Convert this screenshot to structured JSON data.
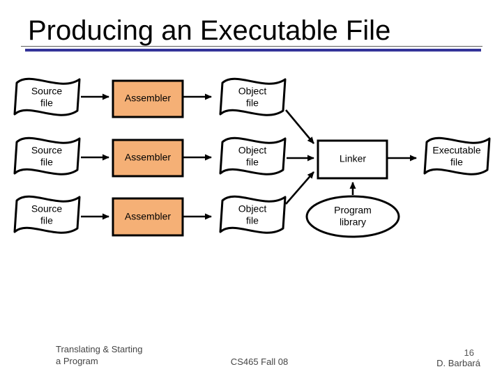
{
  "slide": {
    "title": "Producing an Executable File",
    "footer": {
      "left_line1": "Translating & Starting",
      "left_line2": "a Program",
      "center": "CS465 Fall 08",
      "page_number": "16",
      "author": "D. Barbará"
    }
  },
  "diagram": {
    "nodes": {
      "source_file": "Source\nfile",
      "assembler": "Assembler",
      "object_file": "Object\nfile",
      "linker": "Linker",
      "executable_file": "Executable\nfile",
      "program_library": "Program\nlibrary"
    }
  },
  "colors": {
    "assembler_fill": "#F5B076",
    "title_underline": "#333399",
    "shape_stroke": "#000000",
    "footer_text": "#444444"
  }
}
